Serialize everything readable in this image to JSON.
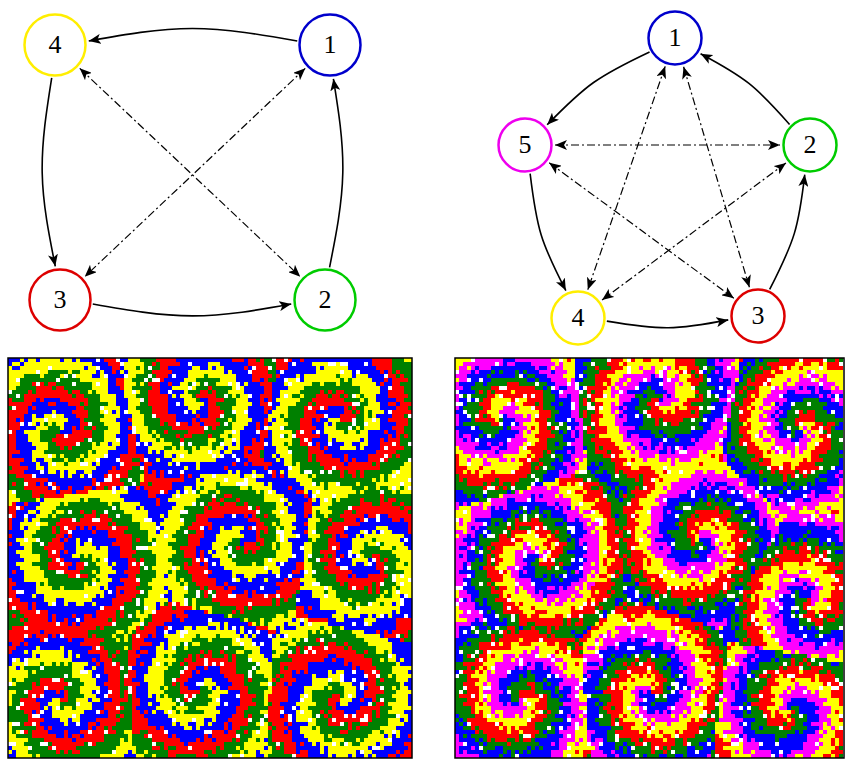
{
  "diagram": {
    "nodes": [
      {
        "text": [
          "4"
        ]
      },
      {
        "text": [
          "1"
        ]
      },
      {
        "text": [
          "3"
        ]
      },
      {
        "text": [
          "2"
        ]
      },
      {
        "text": [
          "1"
        ]
      },
      {
        "text": [
          "5"
        ]
      },
      {
        "text": [
          "2"
        ]
      },
      {
        "text": [
          "4"
        ]
      },
      {
        "text": [
          "3"
        ]
      }
    ],
    "edges": [
      {
        "from": 1,
        "to": 0,
        "arrow": "to"
      },
      {
        "from": 0,
        "to": 2,
        "arrow": "to"
      },
      {
        "from": 2,
        "to": 3,
        "arrow": "to"
      },
      {
        "from": 3,
        "to": 1,
        "arrow": "to"
      },
      {
        "from": 0,
        "to": 3,
        "arrow": "both"
      },
      {
        "from": 1,
        "to": 2,
        "arrow": "both"
      },
      {
        "from": 4,
        "to": 5,
        "arrow": "to"
      },
      {
        "from": 5,
        "to": 7,
        "arrow": "to"
      },
      {
        "from": 7,
        "to": 8,
        "arrow": "to"
      },
      {
        "from": 8,
        "to": 6,
        "arrow": "to"
      },
      {
        "from": 6,
        "to": 4,
        "arrow": "to"
      },
      {
        "from": 5,
        "to": 6,
        "arrow": "both"
      },
      {
        "from": 4,
        "to": 7,
        "arrow": "both"
      },
      {
        "from": 4,
        "to": 8,
        "arrow": "both"
      },
      {
        "from": 5,
        "to": 8,
        "arrow": "both"
      },
      {
        "from": 6,
        "to": 7,
        "arrow": "both"
      }
    ]
  }
}
